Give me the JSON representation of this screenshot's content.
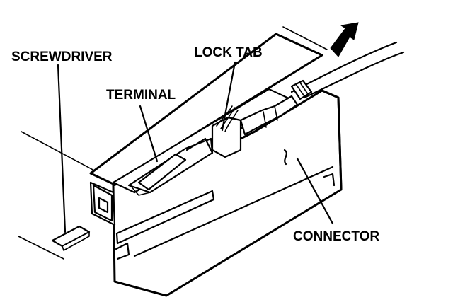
{
  "labels": {
    "screwdriver": "SCREWDRIVER",
    "lock_tab": "LOCK TAB",
    "terminal": "TERMINAL",
    "connector": "CONNECTOR"
  },
  "colors": {
    "ink": "#000000",
    "paper": "#ffffff"
  }
}
